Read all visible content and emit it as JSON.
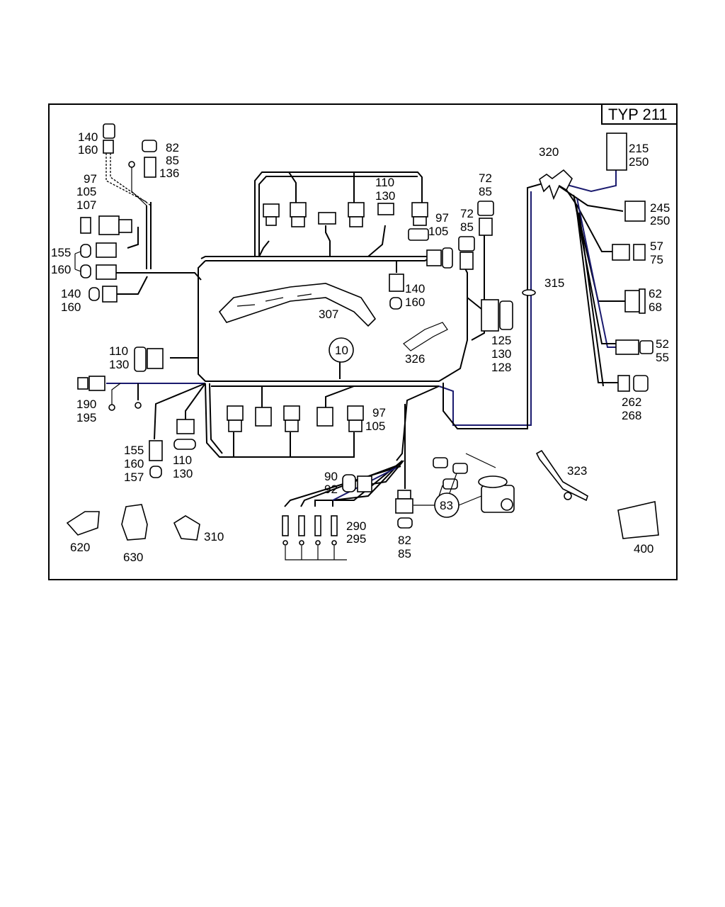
{
  "title_box": "TYP 211",
  "harness_number": "10",
  "callouts": {
    "c_140_160_top": [
      "140",
      "160"
    ],
    "c_82_85_136": [
      "82",
      "85",
      "136"
    ],
    "c_97_105_107": [
      "97",
      "105",
      "107"
    ],
    "c_155_160_left": [
      "155",
      "160"
    ],
    "c_140_160_left": [
      "140",
      "160"
    ],
    "c_110_130_top": [
      "110",
      "130"
    ],
    "c_97_105_top": [
      "97",
      "105"
    ],
    "c_72_85_a": [
      "72",
      "85"
    ],
    "c_72_85_b": [
      "72",
      "85"
    ],
    "c_140_160_mid": [
      "140",
      "160"
    ],
    "c_307": [
      "307"
    ],
    "c_326": [
      "326"
    ],
    "c_125_130_128": [
      "125",
      "130",
      "128"
    ],
    "c_110_130_left": [
      "110",
      "130"
    ],
    "c_190_195": [
      "190",
      "195"
    ],
    "c_155_160_157": [
      "155",
      "160",
      "157"
    ],
    "c_110_130_bottom": [
      "110",
      "130"
    ],
    "c_97_105_bottom": [
      "97",
      "105"
    ],
    "c_90_92": [
      "90",
      "92"
    ],
    "c_290_295": [
      "290",
      "295"
    ],
    "c_82_85_bottom": [
      "82",
      "85"
    ],
    "c_83": [
      "83"
    ],
    "c_323": [
      "323"
    ],
    "c_620": [
      "620"
    ],
    "c_630": [
      "630"
    ],
    "c_310": [
      "310"
    ],
    "c_400": [
      "400"
    ],
    "c_320": [
      "320"
    ],
    "c_315": [
      "315"
    ],
    "c_215_250": [
      "215",
      "250"
    ],
    "c_245_250": [
      "245",
      "250"
    ],
    "c_57_75": [
      "57",
      "75"
    ],
    "c_62_68": [
      "62",
      "68"
    ],
    "c_52_55": [
      "52",
      "55"
    ],
    "c_262_268": [
      "262",
      "268"
    ]
  }
}
